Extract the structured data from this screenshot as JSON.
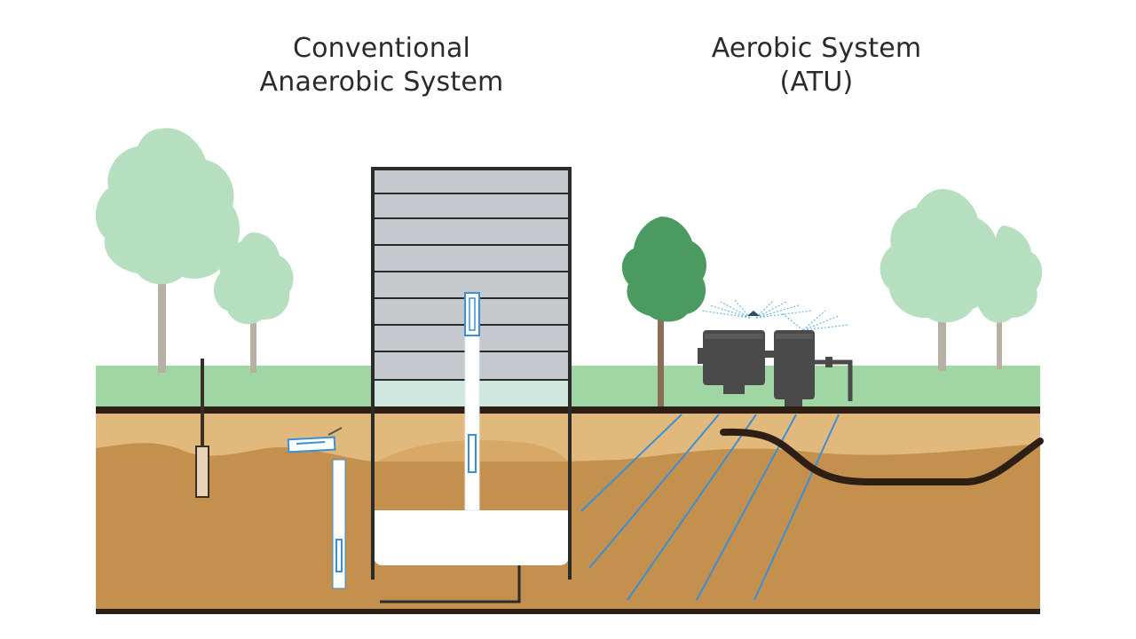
{
  "diagram": {
    "left_title": {
      "line1": "Conventional",
      "line2": "Anaerobic System"
    },
    "right_title": {
      "line1": "Aerobic System",
      "line2": "(ATU)"
    }
  },
  "colors": {
    "grass": "#9fd6a4",
    "soil_light": "#e2b97c",
    "soil_dark": "#c4904d",
    "ground_line": "#2e1f14",
    "tank_gray": "#c5c9ce",
    "tree_light": "#b6dfbf",
    "tree_dark": "#4a9a62",
    "pipe_blue": "#3a8fd6",
    "unit_dark": "#4a4a4a"
  }
}
